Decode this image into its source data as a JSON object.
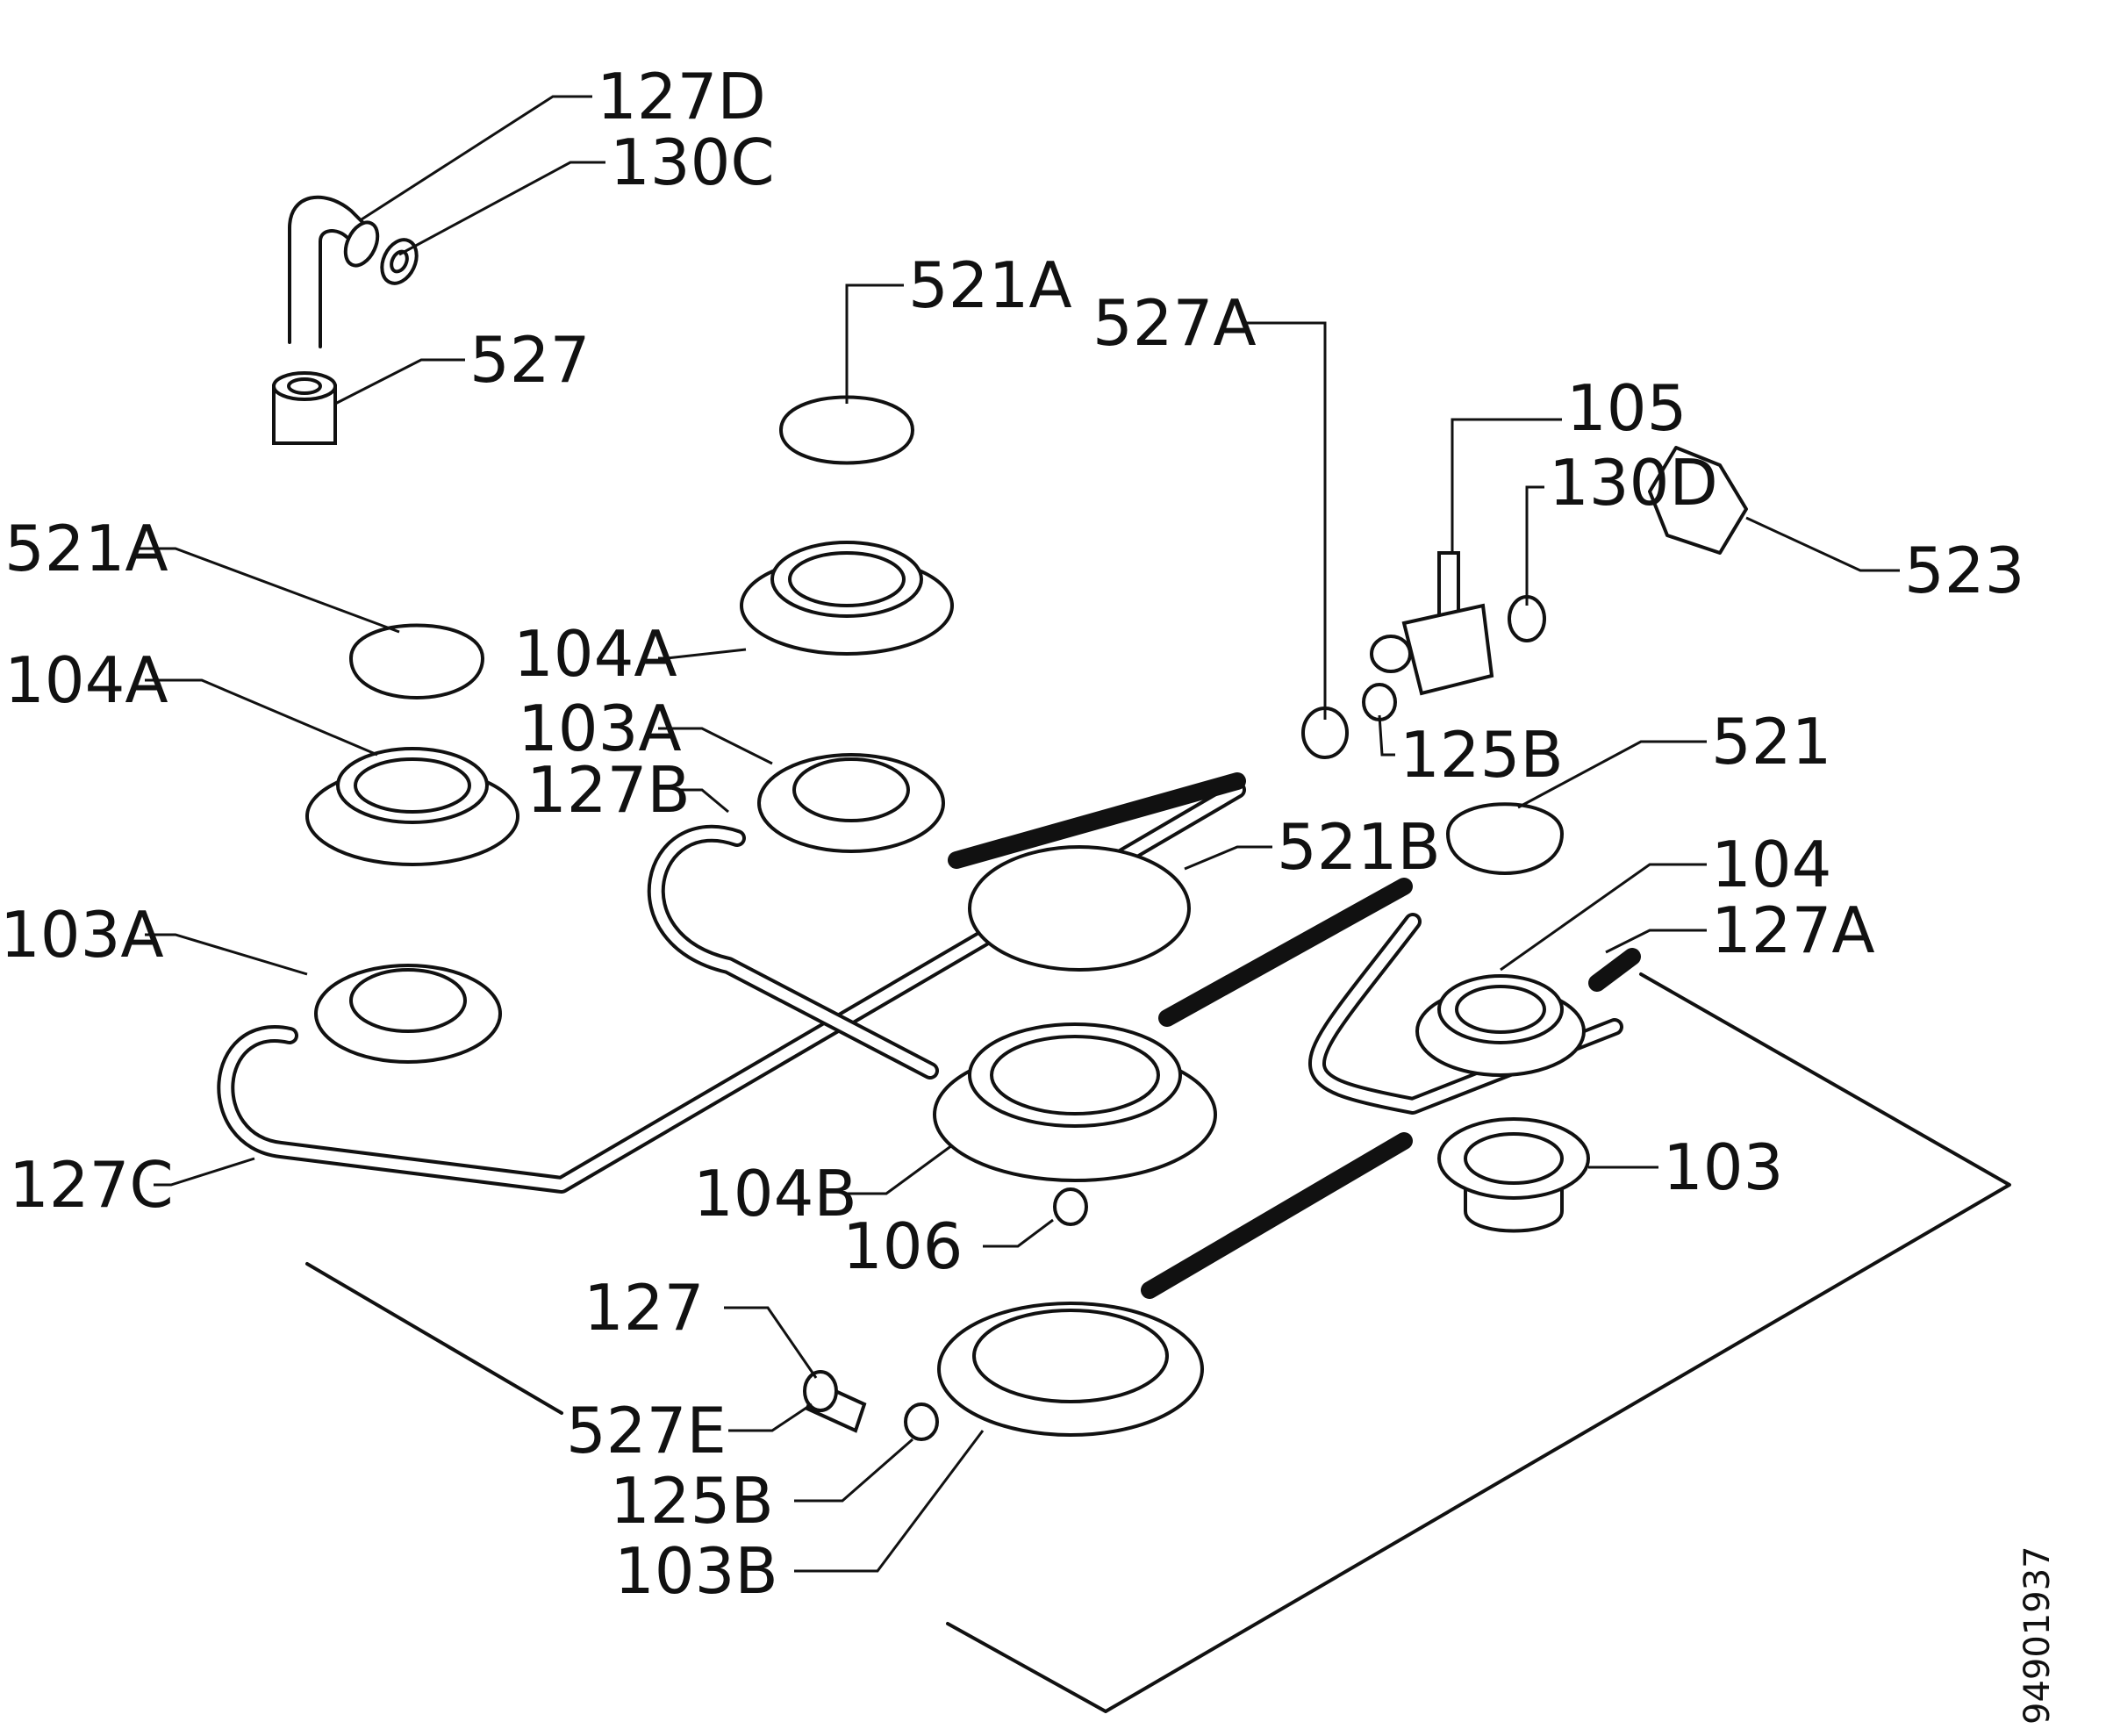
{
  "document_id": "94901937",
  "labels": {
    "l127D": "127D",
    "l130C": "130C",
    "l527": "527",
    "l521A_top": "521A",
    "l527A": "527A",
    "l105": "105",
    "l130D": "130D",
    "l523": "523",
    "l521A_left": "521A",
    "l104A_mid": "104A",
    "l104A_left": "104A",
    "l103A_mid": "103A",
    "l127B": "127B",
    "l125B_top": "125B",
    "l521": "521",
    "l521B": "521B",
    "l104": "104",
    "l127A": "127A",
    "l103A_left": "103A",
    "l127C": "127C",
    "l104B": "104B",
    "l103": "103",
    "l106": "106",
    "l127": "127",
    "l527E": "527E",
    "l125B_bot": "125B",
    "l103B": "103B"
  }
}
